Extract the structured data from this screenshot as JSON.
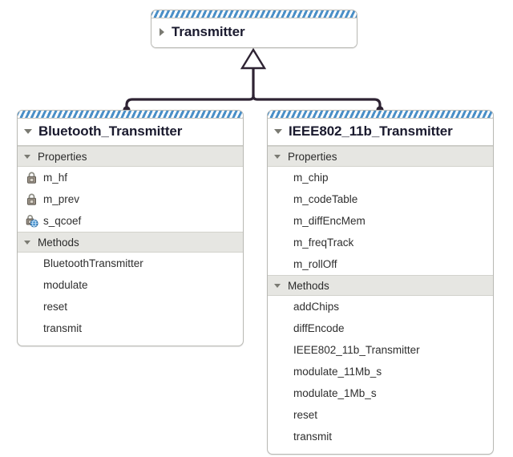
{
  "diagram": {
    "type": "uml-class-diagram",
    "relationship": "generalization",
    "background_color": "#ffffff",
    "connector_color": "#2e2333",
    "stripe_color": "#4a8fc7",
    "section_band_color": "#e6e6e2",
    "border_color": "#b9b9b4"
  },
  "classes": [
    {
      "id": "transmitter",
      "name": "Transmitter",
      "collapsed": true,
      "toggle_icon": "triangle-right-icon",
      "sections": []
    },
    {
      "id": "bluetooth-transmitter",
      "name": "Bluetooth_Transmitter",
      "collapsed": false,
      "toggle_icon": "triangle-down-icon",
      "sections": [
        {
          "id": "properties",
          "label": "Properties",
          "toggle_icon": "triangle-down-icon",
          "members": [
            {
              "name": "m_hf",
              "icon": "lock-icon",
              "visibility": "private"
            },
            {
              "name": "m_prev",
              "icon": "lock-icon",
              "visibility": "private"
            },
            {
              "name": "s_qcoef",
              "icon": "lock-globe-icon",
              "visibility": "private-static"
            }
          ]
        },
        {
          "id": "methods",
          "label": "Methods",
          "toggle_icon": "triangle-down-icon",
          "members": [
            {
              "name": "BluetoothTransmitter",
              "icon": "none",
              "visibility": "public"
            },
            {
              "name": "modulate",
              "icon": "none",
              "visibility": "public"
            },
            {
              "name": "reset",
              "icon": "none",
              "visibility": "public"
            },
            {
              "name": "transmit",
              "icon": "none",
              "visibility": "public"
            }
          ]
        }
      ]
    },
    {
      "id": "ieee802-11b-transmitter",
      "name": "IEEE802_11b_Transmitter",
      "collapsed": false,
      "toggle_icon": "triangle-down-icon",
      "sections": [
        {
          "id": "properties",
          "label": "Properties",
          "toggle_icon": "triangle-down-icon",
          "members": [
            {
              "name": "m_chip",
              "icon": "none",
              "visibility": "public"
            },
            {
              "name": "m_codeTable",
              "icon": "none",
              "visibility": "public"
            },
            {
              "name": "m_diffEncMem",
              "icon": "none",
              "visibility": "public"
            },
            {
              "name": "m_freqTrack",
              "icon": "none",
              "visibility": "public"
            },
            {
              "name": "m_rollOff",
              "icon": "none",
              "visibility": "public"
            }
          ]
        },
        {
          "id": "methods",
          "label": "Methods",
          "toggle_icon": "triangle-down-icon",
          "members": [
            {
              "name": "addChips",
              "icon": "none",
              "visibility": "public"
            },
            {
              "name": "diffEncode",
              "icon": "none",
              "visibility": "public"
            },
            {
              "name": "IEEE802_11b_Transmitter",
              "icon": "none",
              "visibility": "public"
            },
            {
              "name": "modulate_11Mb_s",
              "icon": "none",
              "visibility": "public"
            },
            {
              "name": "modulate_1Mb_s",
              "icon": "none",
              "visibility": "public"
            },
            {
              "name": "reset",
              "icon": "none",
              "visibility": "public"
            },
            {
              "name": "transmit",
              "icon": "none",
              "visibility": "public"
            }
          ]
        }
      ]
    }
  ]
}
